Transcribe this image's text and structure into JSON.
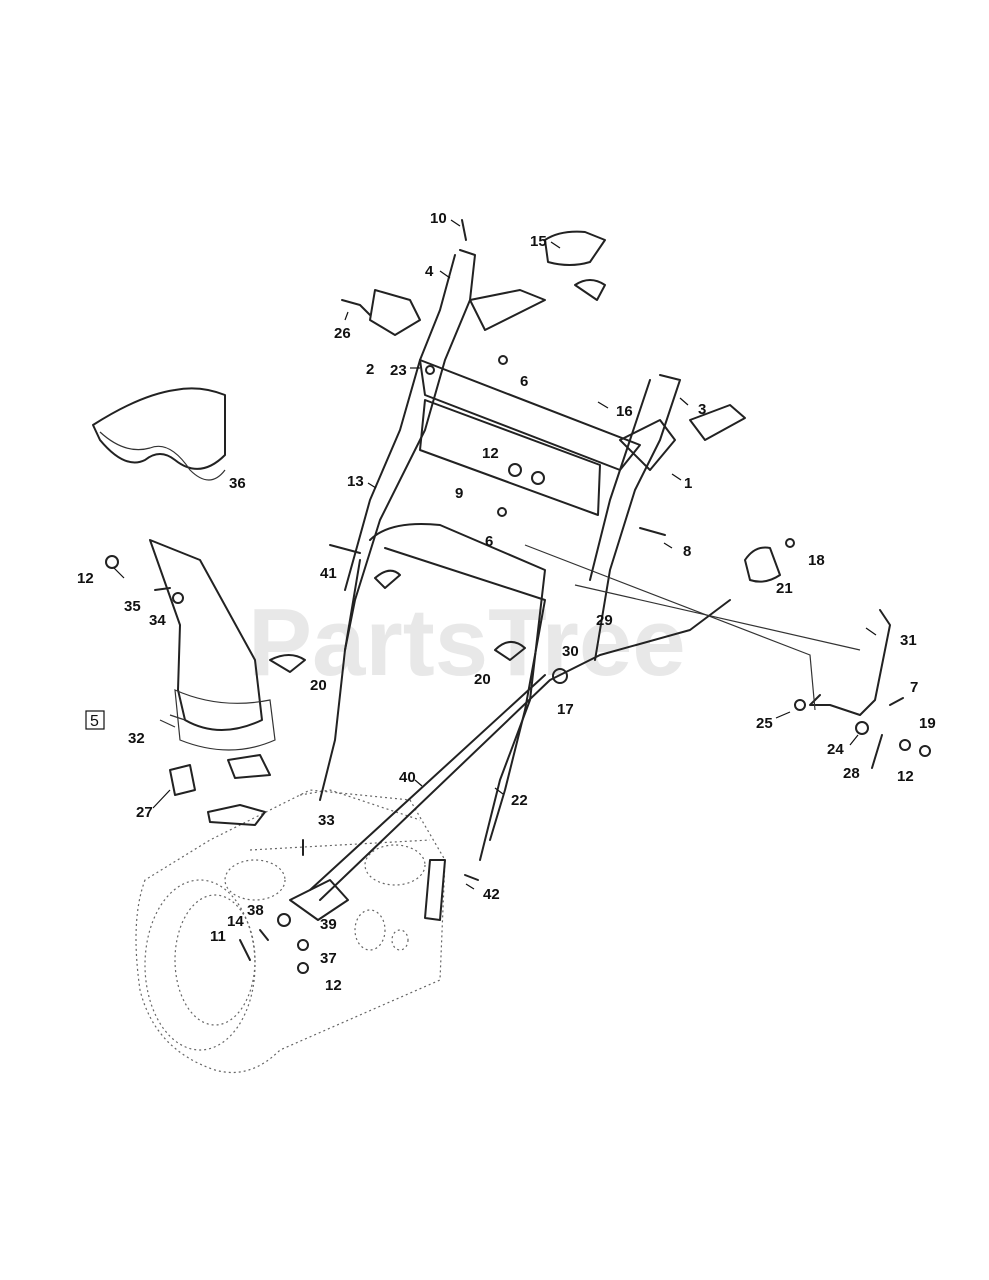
{
  "watermark": "PartsTree",
  "view_number": "5",
  "callouts": [
    "10",
    "15",
    "4",
    "26",
    "2",
    "23",
    "6",
    "16",
    "3",
    "1",
    "12",
    "9",
    "13",
    "36",
    "8",
    "6",
    "18",
    "21",
    "41",
    "12",
    "35",
    "34",
    "29",
    "31",
    "20",
    "20",
    "30",
    "17",
    "7",
    "25",
    "19",
    "24",
    "32",
    "28",
    "12",
    "40",
    "22",
    "27",
    "33",
    "42",
    "38",
    "39",
    "14",
    "11",
    "37",
    "12"
  ]
}
